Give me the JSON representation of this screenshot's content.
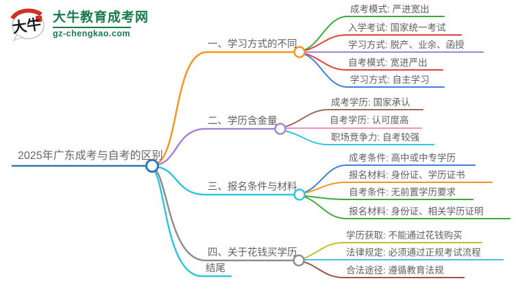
{
  "logo": {
    "title": "大牛教育成考网",
    "domain": "gz-chengkao.com",
    "icon_text": "大牛",
    "green": "#157B4B",
    "red": "#CC3126"
  },
  "map": {
    "root": {
      "text": "2025年广东成考与自考的区别",
      "color": "#2E75B6"
    },
    "branches": [
      {
        "label": "一、学习方式的不同",
        "color": "#F7941E",
        "leaves": [
          {
            "text": "成考模式: 严进宽出",
            "color": "#3BAA3B"
          },
          {
            "text": "入学考试: 国家统一考试",
            "color": "#E2403C"
          },
          {
            "text": "学习方式: 脱产、业余、函授",
            "color": "#A283D4"
          },
          {
            "text": "自考模式: 宽进严出",
            "color": "#E2403C"
          },
          {
            "text": "学习方式: 自主学习",
            "color": "#3D7EDB"
          }
        ]
      },
      {
        "label": "二、学历含金量",
        "color": "#A283D4",
        "leaves": [
          {
            "text": "成考学历: 国家承认",
            "color": "#9C6B5B"
          },
          {
            "text": "自考学历: 认可度高",
            "color": "#F08CC8"
          },
          {
            "text": "职场竞争力: 自考较强",
            "color": "#2EC6DE"
          }
        ]
      },
      {
        "label": "三、报名条件与材料",
        "color": "#2EC6DE",
        "leaves": [
          {
            "text": "成考条件: 高中或中专学历",
            "color": "#3D7EDB"
          },
          {
            "text": "报名材料: 身份证、学历证书",
            "color": "#F7941E"
          },
          {
            "text": "自考条件: 无前置学历要求",
            "color": "#3BAA3B"
          },
          {
            "text": "报名材料: 身份证、相关学历证明",
            "color": "#3BAA3B"
          }
        ]
      },
      {
        "label": "四、关于花钱买学历",
        "color": "#8C8C8C",
        "leaves": [
          {
            "text": "学历获取: 不能通过花钱购买",
            "color": "#BFBF30"
          },
          {
            "text": "法律规定: 必须通过正规考试流程",
            "color": "#45C0E8"
          },
          {
            "text": "合法途径: 遵循教育法规",
            "color": "#9C5048"
          }
        ]
      },
      {
        "label": "结尾",
        "color": "#2EC6DE",
        "leaves": []
      }
    ]
  }
}
